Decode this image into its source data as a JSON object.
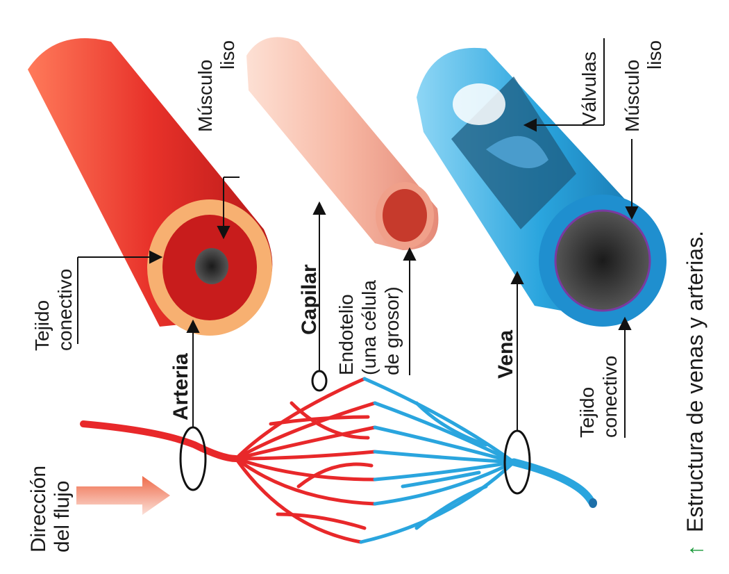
{
  "labels": {
    "direccion_line1": "Dirección",
    "direccion_line2": "del flujo",
    "arteria": "Arteria",
    "capilar": "Capilar",
    "vena": "Vena",
    "tejido_conectivo_arteria_1": "Tejido",
    "tejido_conectivo_arteria_2": "conectivo",
    "musculo_liso_arteria_1": "Músculo",
    "musculo_liso_arteria_2": "liso",
    "endotelio_1": "Endotelio",
    "endotelio_2": "(una célula",
    "endotelio_3": "de grosor)",
    "valvulas": "Válvulas",
    "musculo_liso_vena_1": "Músculo",
    "musculo_liso_vena_2": "liso",
    "tejido_conectivo_vena_1": "Tejido",
    "tejido_conectivo_vena_2": "conectivo"
  },
  "caption": {
    "arrow": "↑",
    "text": "Estructura de venas y arterias."
  },
  "colors": {
    "artery": "#e8282a",
    "capillary": "#f4a090",
    "vein": "#2aa5de",
    "caption_arrow": "#1a9a3a"
  }
}
